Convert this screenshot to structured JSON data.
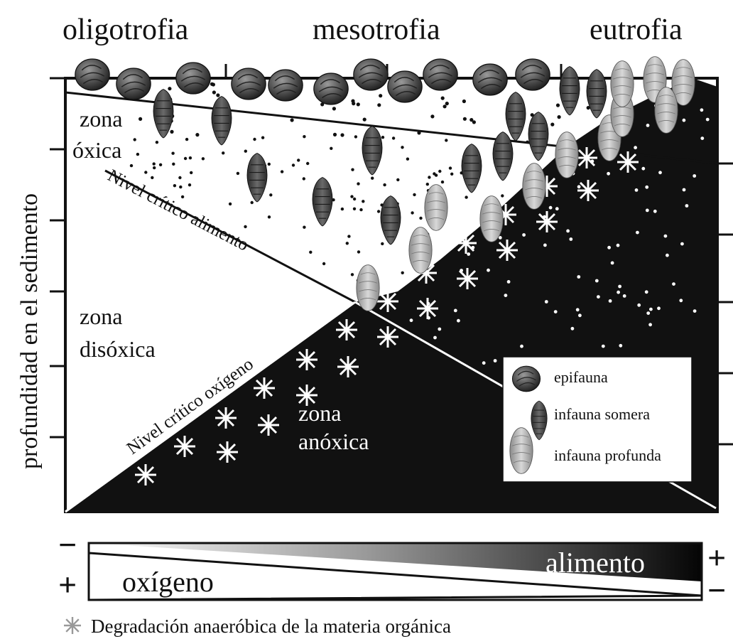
{
  "trophic_states": {
    "oligotrophic": "oligotrofia",
    "mesotrophic": "mesotrofia",
    "eutrophic": "eutrofia"
  },
  "y_axis_label": "profundidad en el sedimento",
  "zones": {
    "oxic_line1": "zona",
    "oxic_line2": "óxica",
    "dysoxic_line1": "zona",
    "dysoxic_line2": "disóxica",
    "anoxic_line1": "zona",
    "anoxic_line2": "anóxica"
  },
  "levels": {
    "food": "Nivel crítico alimento",
    "oxygen": "Nivel crítico oxígeno"
  },
  "legend": {
    "epifauna": "epifauna",
    "shallow_infauna": "infauna somera",
    "deep_infauna": "infauna profunda"
  },
  "gradient_bar": {
    "food_label": "alimento",
    "oxygen_label": "oxígeno",
    "minus_sign": "−",
    "plus_sign": "+"
  },
  "footnote": "Degradación anaeróbica de la materia orgánica",
  "colors": {
    "background": "#ffffff",
    "anoxic_fill": "#111111",
    "epifauna": "#4a4a4a",
    "shallow_infauna": "#3a3a3a",
    "deep_infauna": "#b8b8b8"
  }
}
